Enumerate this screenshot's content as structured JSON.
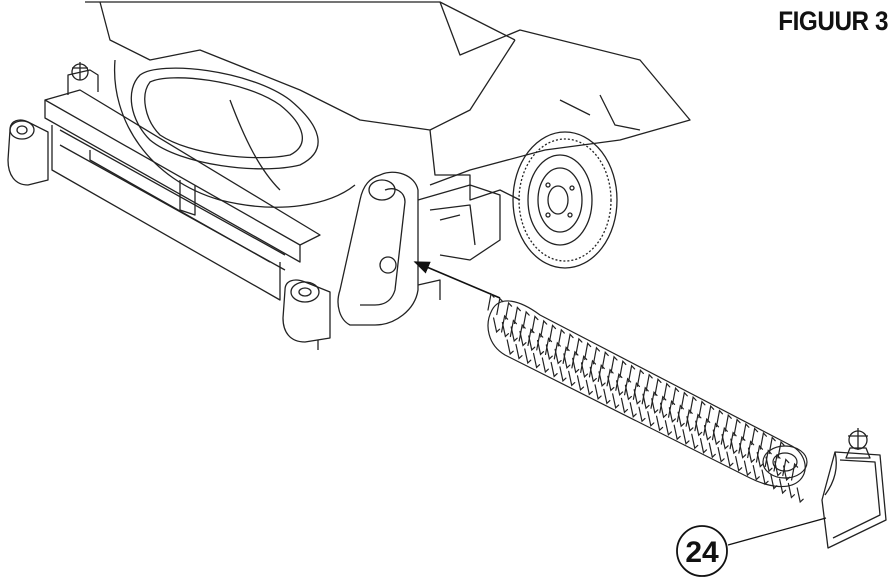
{
  "figure": {
    "title": "FIGUUR 3",
    "callouts": [
      {
        "id": "24",
        "label": "24"
      }
    ]
  },
  "colors": {
    "line": "#222222",
    "background": "#ffffff",
    "hatch": "#888888"
  }
}
